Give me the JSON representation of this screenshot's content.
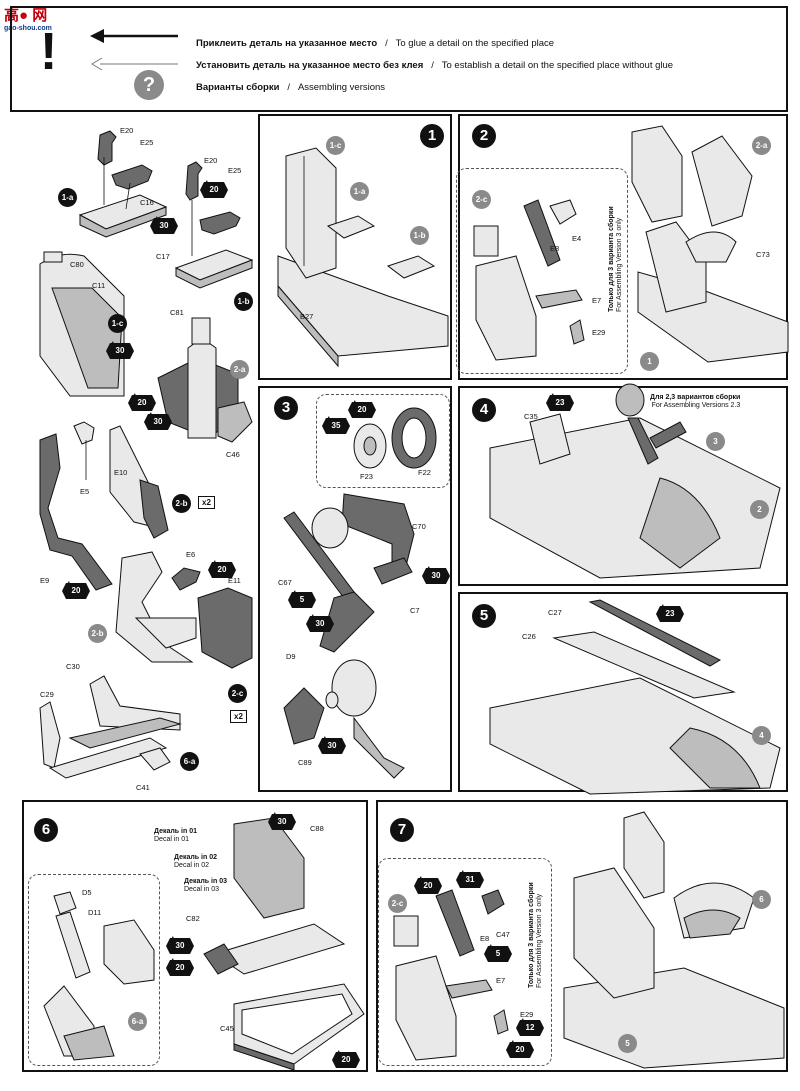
{
  "watermark": {
    "title": "高● 网",
    "url": "gao-shou.com"
  },
  "legend": {
    "exclaim": "!",
    "question": "?",
    "rows": [
      {
        "ru": "Приклеить деталь на указанное место",
        "sep": "/",
        "en": "To glue a detail on the specified place"
      },
      {
        "ru": "Установить деталь на указанное место без клея",
        "sep": "/",
        "en": "To establish a detail on the specified place without glue"
      },
      {
        "ru": "Варианты сборки",
        "sep": "/",
        "en": "Assembling versions"
      }
    ]
  },
  "steps": {
    "s1": "1",
    "s2": "2",
    "s3": "3",
    "s4": "4",
    "s5": "5",
    "s6": "6",
    "s7": "7"
  },
  "subassemblies": {
    "a1a": "1-a",
    "a1b": "1-b",
    "a1c": "1-c",
    "a2a": "2-a",
    "a2b": "2-b",
    "a2c": "2-c",
    "a6a": "6-a"
  },
  "parts": {
    "E20": "E20",
    "E25": "E25",
    "C16": "C16",
    "C17": "C17",
    "C80": "C80",
    "C11": "C11",
    "C81": "C81",
    "C46": "C46",
    "E5": "E5",
    "E10": "E10",
    "E9": "E9",
    "E6": "E6",
    "E11": "E11",
    "C30": "C30",
    "C29": "C29",
    "C41": "C41",
    "B27": "B27",
    "E4": "E4",
    "E8": "E8",
    "E7": "E7",
    "E29": "E29",
    "C73": "C73",
    "F23": "F23",
    "F22": "F22",
    "C70": "C70",
    "C67": "C67",
    "C7": "C7",
    "D9": "D9",
    "C89": "C89",
    "C35": "C35",
    "C27": "C27",
    "C26": "C26",
    "D5": "D5",
    "D11": "D11",
    "C82": "C82",
    "C45": "C45",
    "C88": "C88",
    "C47": "C47"
  },
  "paint": {
    "p30": "30",
    "p20": "20",
    "p35": "35",
    "p5": "5",
    "p23": "23",
    "p31": "31",
    "p12": "12"
  },
  "multipliers": {
    "x2": "x2"
  },
  "versions": {
    "only3_ru": "Только для 3 варианта сборки",
    "only3_en": "For Assembling Version 3 only",
    "v23_ru": "Для 2,3 вариантов сборки",
    "v23_en": "For Assembling Versions 2.3"
  },
  "decals": [
    {
      "ru": "Декаль in 01",
      "en": "Decal in 01"
    },
    {
      "ru": "Декаль in 02",
      "en": "Decal in 02"
    },
    {
      "ru": "Декаль in 03",
      "en": "Decal in 03"
    }
  ],
  "callouts": {
    "c1": "1",
    "c2": "2",
    "c3": "3",
    "c4": "4",
    "c6": "6"
  }
}
